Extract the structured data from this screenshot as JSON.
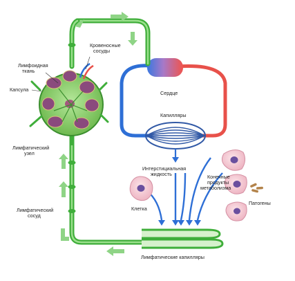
{
  "labels": {
    "blood_vessels": [
      "Кровеносные",
      "сосуды"
    ],
    "lymphoid_tissue": [
      "Лимфоидная",
      "ткань"
    ],
    "capsule": "Капсула",
    "heart": "Сердце",
    "capillaries": "Капилляры",
    "lymph_node": [
      "Лимфатический",
      "узел"
    ],
    "interstitial_fluid": [
      "Интерстициальная",
      "жидкость"
    ],
    "metabolic_products": [
      "Конечные",
      "продукты",
      "метаболизма"
    ],
    "cell": "Клетка",
    "pathogens": "Патогены",
    "lymph_vessel": [
      "Лимфатический",
      "сосуд"
    ],
    "lymph_capillaries": "Лимфатические капилляры"
  },
  "colors": {
    "lymph_green": "#3fae3a",
    "lymph_green_light": "#9be08d",
    "vein_blue": "#2e6fd6",
    "artery_red": "#e8514a",
    "node_purple": "#7b3e6e",
    "node_body": "#8fcf6d",
    "cell_pink": "#f3c6cf",
    "cell_nucleus": "#6a4f9e",
    "pathogen_brown": "#b3834a"
  }
}
